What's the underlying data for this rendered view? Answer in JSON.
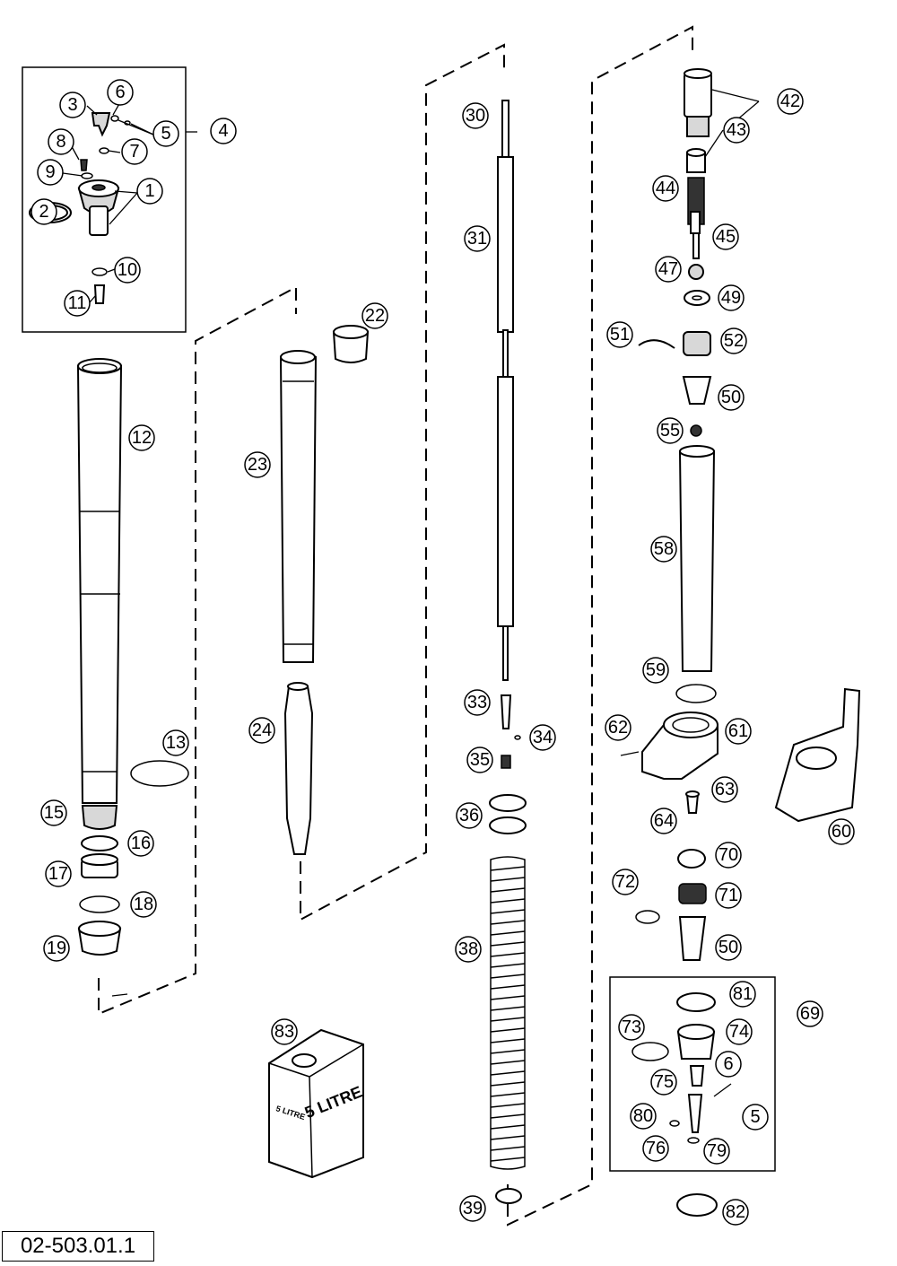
{
  "document": {
    "code": "02-503.01.1"
  },
  "can": {
    "label_front": "5 LITRE",
    "label_side": "5 LITRE"
  },
  "callouts": [
    {
      "id": "c1",
      "label": "1"
    },
    {
      "id": "c2",
      "label": "2"
    },
    {
      "id": "c3",
      "label": "3"
    },
    {
      "id": "c4",
      "label": "4"
    },
    {
      "id": "c5a",
      "label": "5"
    },
    {
      "id": "c6a",
      "label": "6"
    },
    {
      "id": "c7",
      "label": "7"
    },
    {
      "id": "c8",
      "label": "8"
    },
    {
      "id": "c9",
      "label": "9"
    },
    {
      "id": "c10",
      "label": "10"
    },
    {
      "id": "c11",
      "label": "11"
    },
    {
      "id": "c12",
      "label": "12"
    },
    {
      "id": "c13",
      "label": "13"
    },
    {
      "id": "c15",
      "label": "15"
    },
    {
      "id": "c16",
      "label": "16"
    },
    {
      "id": "c17",
      "label": "17"
    },
    {
      "id": "c18",
      "label": "18"
    },
    {
      "id": "c19",
      "label": "19"
    },
    {
      "id": "c22",
      "label": "22"
    },
    {
      "id": "c23",
      "label": "23"
    },
    {
      "id": "c24",
      "label": "24"
    },
    {
      "id": "c30",
      "label": "30"
    },
    {
      "id": "c31",
      "label": "31"
    },
    {
      "id": "c33",
      "label": "33"
    },
    {
      "id": "c34",
      "label": "34"
    },
    {
      "id": "c35",
      "label": "35"
    },
    {
      "id": "c36",
      "label": "36"
    },
    {
      "id": "c38",
      "label": "38"
    },
    {
      "id": "c39",
      "label": "39"
    },
    {
      "id": "c42",
      "label": "42"
    },
    {
      "id": "c43",
      "label": "43"
    },
    {
      "id": "c44",
      "label": "44"
    },
    {
      "id": "c45",
      "label": "45"
    },
    {
      "id": "c47",
      "label": "47"
    },
    {
      "id": "c49",
      "label": "49"
    },
    {
      "id": "c50a",
      "label": "50"
    },
    {
      "id": "c51",
      "label": "51"
    },
    {
      "id": "c52",
      "label": "52"
    },
    {
      "id": "c55",
      "label": "55"
    },
    {
      "id": "c58",
      "label": "58"
    },
    {
      "id": "c59",
      "label": "59"
    },
    {
      "id": "c60",
      "label": "60"
    },
    {
      "id": "c61",
      "label": "61"
    },
    {
      "id": "c62",
      "label": "62"
    },
    {
      "id": "c63",
      "label": "63"
    },
    {
      "id": "c64",
      "label": "64"
    },
    {
      "id": "c69",
      "label": "69"
    },
    {
      "id": "c70",
      "label": "70"
    },
    {
      "id": "c71",
      "label": "71"
    },
    {
      "id": "c72",
      "label": "72"
    },
    {
      "id": "c50b",
      "label": "50"
    },
    {
      "id": "c73",
      "label": "73"
    },
    {
      "id": "c74",
      "label": "74"
    },
    {
      "id": "c75",
      "label": "75"
    },
    {
      "id": "c6b",
      "label": "6"
    },
    {
      "id": "c5b",
      "label": "5"
    },
    {
      "id": "c76",
      "label": "76"
    },
    {
      "id": "c79",
      "label": "79"
    },
    {
      "id": "c80",
      "label": "80"
    },
    {
      "id": "c81",
      "label": "81"
    },
    {
      "id": "c82",
      "label": "82"
    },
    {
      "id": "c83",
      "label": "83"
    }
  ]
}
